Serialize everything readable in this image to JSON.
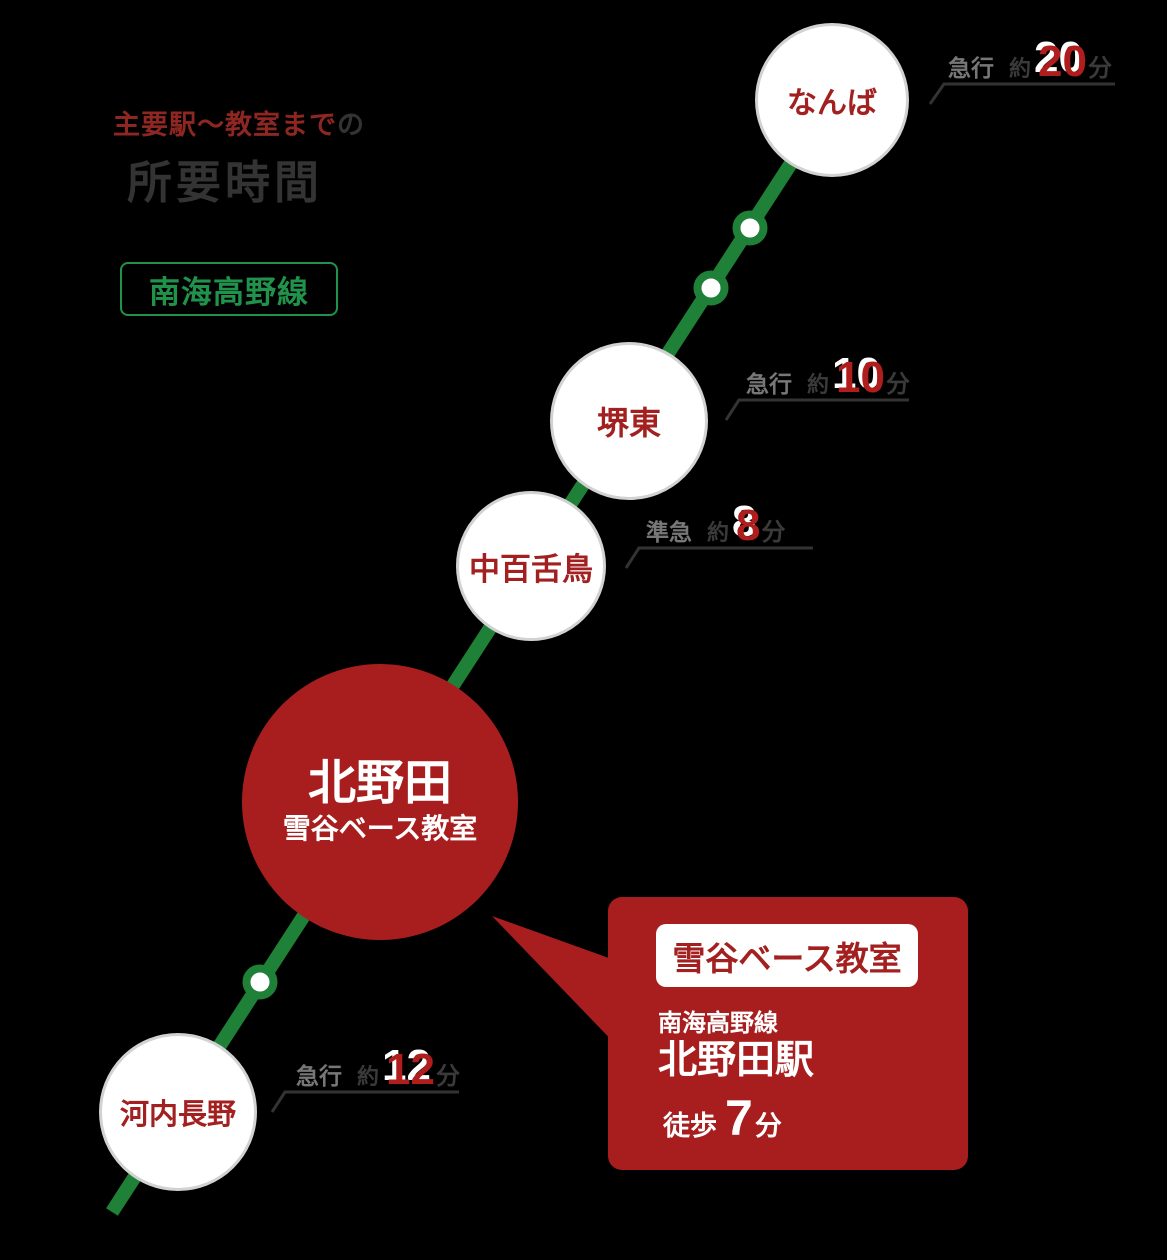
{
  "title": {
    "highlight": "主要駅〜教室まで",
    "suffix": "の",
    "main": "所要時間"
  },
  "line_badge": {
    "label": "南海高野線"
  },
  "stations": [
    {
      "name": "なんば",
      "train_type": "急行",
      "approx": "約",
      "minutes": "20",
      "unit": "分"
    },
    {
      "name": "堺東",
      "train_type": "急行",
      "approx": "約",
      "minutes": "10",
      "unit": "分"
    },
    {
      "name": "中百舌鳥",
      "train_type": "準急",
      "approx": "約",
      "minutes": "8",
      "unit": "分"
    },
    {
      "name": "河内長野",
      "train_type": "急行",
      "approx": "約",
      "minutes": "12",
      "unit": "分"
    }
  ],
  "destination": {
    "station": "北野田",
    "classroom": "雪谷ベース教室"
  },
  "callout": {
    "badge": "雪谷ベース教室",
    "line_name": "南海高野線",
    "station_name": "北野田駅",
    "walk_label": "徒歩",
    "walk_minutes": "7",
    "walk_unit": "分"
  },
  "colors": {
    "line_green": "#1f8038",
    "badge_green": "#21924b",
    "brand_red": "#a81e1e",
    "number_red": "#b01d1d",
    "station_text_red": "#a32020",
    "title_red": "#8e2622",
    "text_dark": "#333333",
    "text_gray": "#777777",
    "circle_border": "#d2d2d2",
    "background": "#000000"
  }
}
